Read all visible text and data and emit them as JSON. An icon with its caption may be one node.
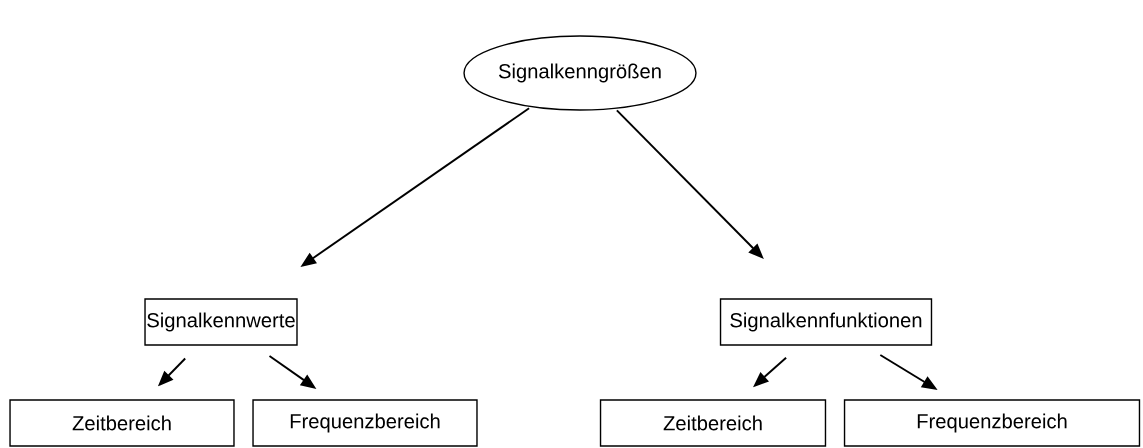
{
  "diagram": {
    "nodes": [
      {
        "text": [
          "Signalkenngrößen"
        ]
      },
      {
        "text": [
          "Signalkennwerte"
        ]
      },
      {
        "text": [
          "Signalkennfunktionen"
        ]
      },
      {
        "text": [
          "Zeitbereich"
        ]
      },
      {
        "text": [
          "Frequenzbereich"
        ]
      },
      {
        "text": [
          "Zeitbereich"
        ]
      },
      {
        "text": [
          "Frequenzbereich"
        ]
      }
    ],
    "edges": [
      {
        "from": 0,
        "to": 1,
        "arrow": "to"
      },
      {
        "from": 0,
        "to": 2,
        "arrow": "to"
      },
      {
        "from": 1,
        "to": 3,
        "arrow": "to"
      },
      {
        "from": 1,
        "to": 4,
        "arrow": "to"
      },
      {
        "from": 2,
        "to": 5,
        "arrow": "to"
      },
      {
        "from": 2,
        "to": 6,
        "arrow": "to"
      }
    ]
  }
}
